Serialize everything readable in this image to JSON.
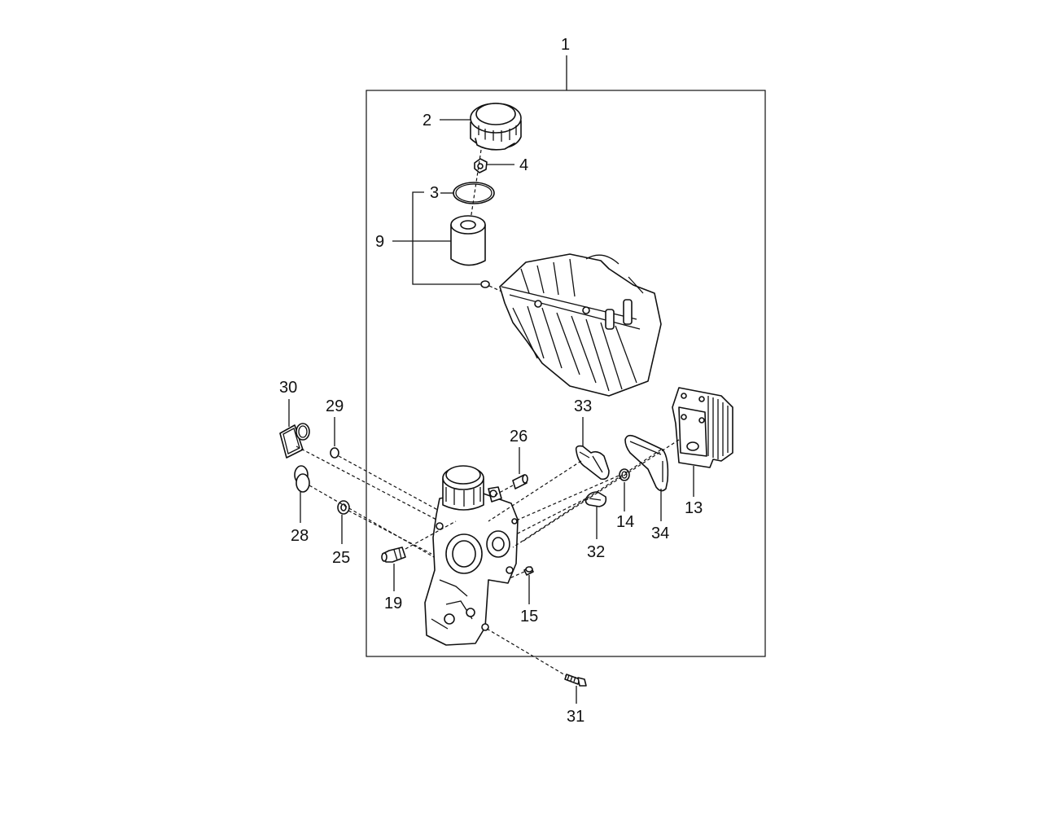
{
  "diagram": {
    "labels": {
      "p1": "1",
      "p2": "2",
      "p3": "3",
      "p4": "4",
      "p9": "9",
      "p13": "13",
      "p14": "14",
      "p15": "15",
      "p19": "19",
      "p25": "25",
      "p26": "26",
      "p28": "28",
      "p29": "29",
      "p30": "30",
      "p31": "31",
      "p32": "32",
      "p33": "33",
      "p34": "34"
    },
    "colors": {
      "ink": "#111111",
      "background": "#ffffff"
    }
  }
}
